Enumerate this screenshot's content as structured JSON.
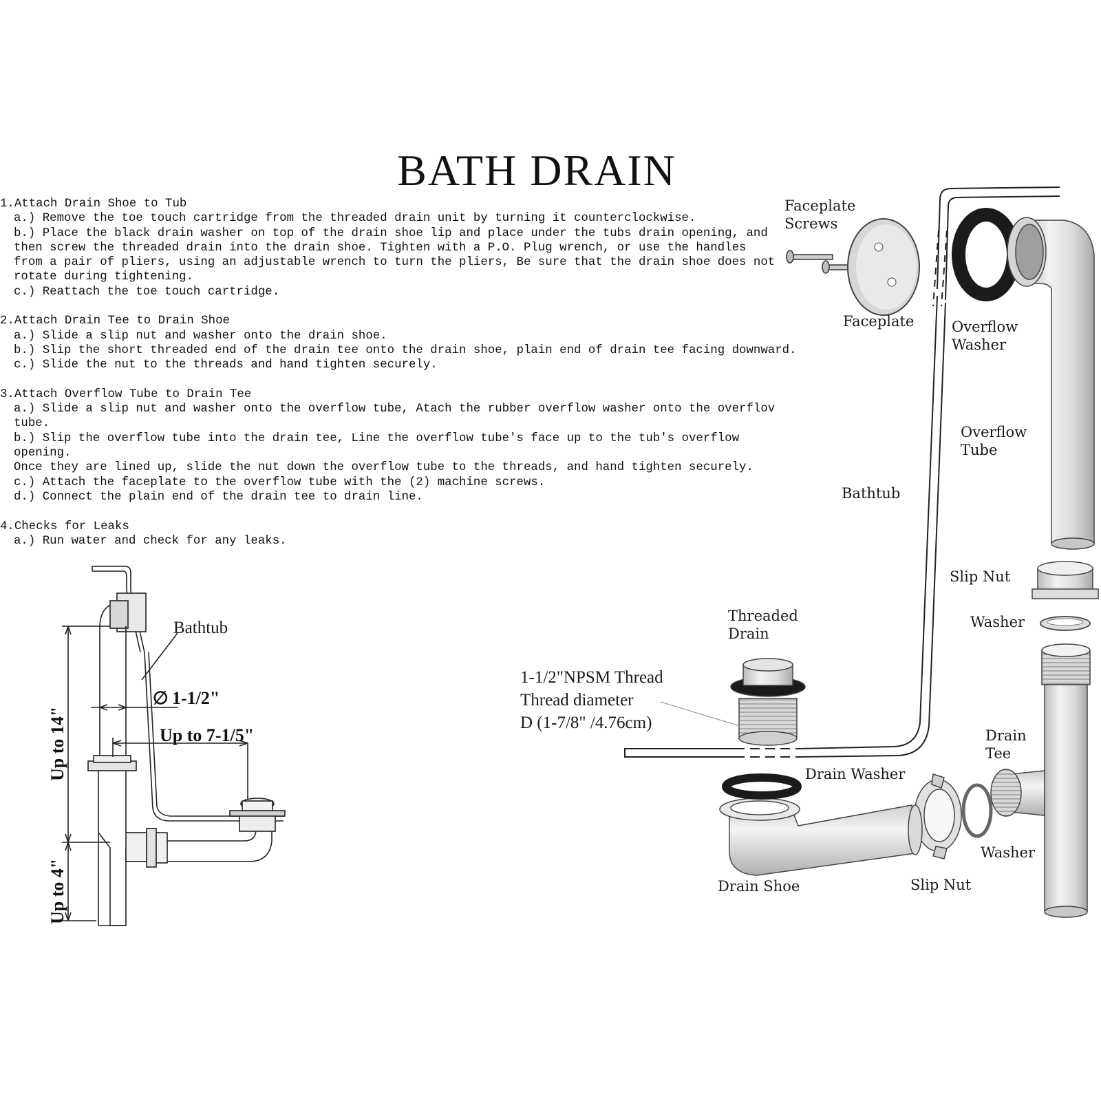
{
  "title": "BATH DRAIN",
  "steps": [
    {
      "heading": "1.Attach Drain Shoe to Tub",
      "items": [
        "a.) Remove the toe touch cartridge from the threaded drain unit by turning it counterclockwise.",
        "b.) Place the black drain washer on top of the drain shoe lip and place under the tubs drain opening, and\nthen screw the threaded drain into the drain shoe. Tighten with a P.O. Plug wrench, or use the handles\nfrom a pair of pliers, using an adjustable wrench to turn the pliers, Be sure that the drain shoe does not\nrotate during tightening.",
        "c.) Reattach the toe touch cartridge."
      ]
    },
    {
      "heading": "2.Attach Drain Tee to Drain Shoe",
      "items": [
        "a.) Slide a slip nut and washer onto the drain shoe.",
        "b.) Slip the short threaded end of the drain tee onto the drain shoe, plain end of drain tee facing downward.",
        "c.) Slide the nut to the threads and hand tighten securely."
      ]
    },
    {
      "heading": "3.Attach Overflow Tube to Drain Tee",
      "items": [
        "a.) Slide a slip nut and washer onto the overflow tube, Atach the rubber overflow washer onto the overflov\ntube.",
        "b.) Slip the overflow tube into the drain tee, Line the overflow tube's face up to the tub's overflow opening.\nOnce they are lined up, slide the nut down the overflow tube to the threads, and hand tighten securely.",
        "c.) Attach the faceplate to the overflow tube with the (2) machine screws.",
        "d.) Connect the plain end of the drain tee to drain line."
      ]
    },
    {
      "heading": "4.Checks for Leaks",
      "items": [
        "a.) Run water and check for any leaks."
      ]
    }
  ],
  "diagram_labels": {
    "faceplate_screws_1": "Faceplate",
    "faceplate_screws_2": "Screws",
    "faceplate": "Faceplate",
    "overflow_washer_1": "Overflow",
    "overflow_washer_2": "Washer",
    "overflow_tube_1": "Overflow",
    "overflow_tube_2": "Tube",
    "bathtub_right": "Bathtub",
    "slip_nut_top": "Slip Nut",
    "washer_top": "Washer",
    "threaded_drain_1": "Threaded",
    "threaded_drain_2": "Drain",
    "thread_spec_1": "1-1/2\"NPSM Thread",
    "thread_spec_2": "Thread diameter",
    "thread_spec_3": "D (1-7/8\" /4.76cm)",
    "drain_washer": "Drain Washer",
    "drain_tee_1": "Drain",
    "drain_tee_2": "Tee",
    "washer_bottom": "Washer",
    "drain_shoe": "Drain Shoe",
    "slip_nut_bottom": "Slip Nut",
    "bathtub_left": "Bathtub",
    "dim_diameter": "1-1/2\"",
    "dim_diameter_symbol": "∅",
    "dim_width": "Up to 7-1/5\"",
    "dim_height_14": "Up to 14\"",
    "dim_height_4": "Up to 4\""
  },
  "colors": {
    "pipe_fill": "#e6e6e6",
    "pipe_shade": "#b8b8b8",
    "washer_black": "#1b1b1b",
    "line": "#222222"
  }
}
